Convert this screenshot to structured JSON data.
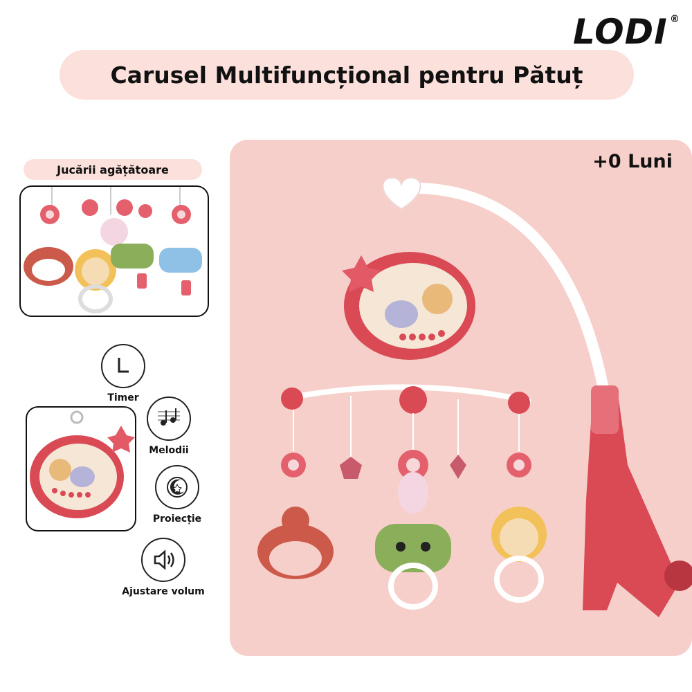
{
  "brand": {
    "name": "LODI",
    "registered": "®"
  },
  "title": "Carusel Multifuncțional pentru Pătuț",
  "age_badge": "+0 Luni",
  "hanging_toys_label": "Jucării agățătoare",
  "features": [
    {
      "label": "Timer",
      "icon": "clock-icon"
    },
    {
      "label": "Melodii",
      "icon": "music-notes-icon"
    },
    {
      "label": "Proiecție",
      "icon": "moon-star-icon"
    },
    {
      "label": "Ajustare volum",
      "icon": "speaker-icon"
    }
  ],
  "colors": {
    "title_pill": "#fbe0dc",
    "hero_background": "#f7cfca",
    "product_red": "#d94a55",
    "arm_white": "#ffffff"
  }
}
